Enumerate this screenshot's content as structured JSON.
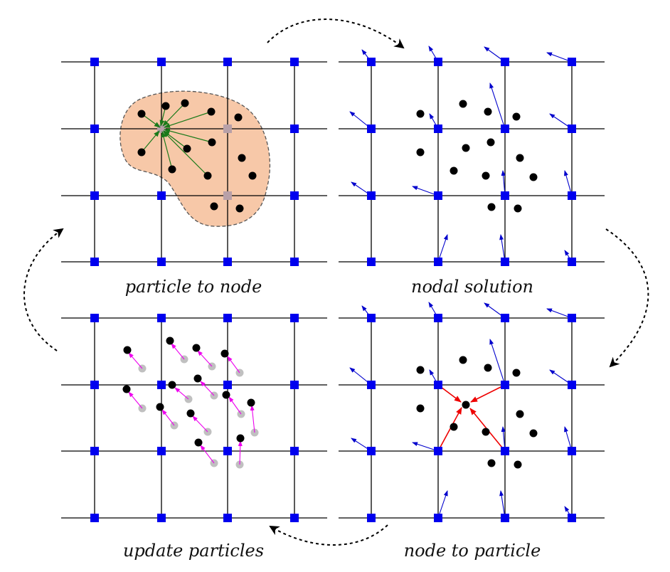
{
  "captions": {
    "particle_to_node": "particle to node",
    "nodal_solution": "nodal solution",
    "update_particles": "update particles",
    "node_to_particle": "node to particle"
  },
  "colors": {
    "grid_line": "#000000",
    "node": "#0000ee",
    "particle": "#000000",
    "old_particle": "#c0c0c0",
    "velocity_arrow": "#0000cc",
    "p2n_arrow": "#1a7a1a",
    "n2p_arrow": "#ee0000",
    "update_arrow": "#ee00ee",
    "domain_fill": "#f7c8a8",
    "domain_stroke": "#555555",
    "active_node": "#b8a0a8",
    "cycle_arrow": "#000000"
  }
}
